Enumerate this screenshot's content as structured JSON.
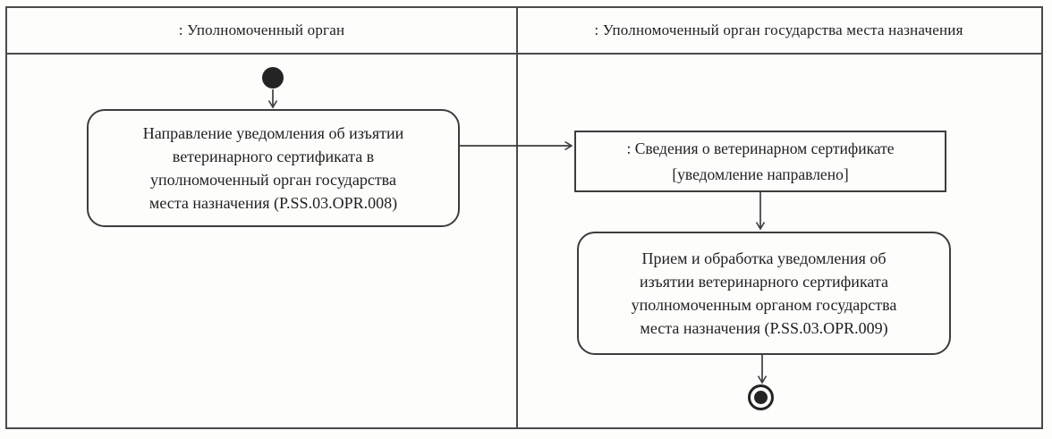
{
  "diagram": {
    "type": "uml-activity-swimlane",
    "lanes": [
      {
        "label": ": Уполномоченный орган"
      },
      {
        "label": ": Уполномоченный орган государства места назначения"
      }
    ],
    "activity_send": {
      "lines": [
        "Направление уведомления об изъятии",
        "ветеринарного сертификата в",
        "уполномоченный орган государства",
        "места назначения (P.SS.03.OPR.008)"
      ]
    },
    "object_certificate": {
      "title": ": Сведения о ветеринарном сертификате",
      "state": "[уведомление направлено]"
    },
    "activity_receive": {
      "lines": [
        "Прием и обработка уведомления об",
        "изъятии ветеринарного сертификата",
        "уполномоченным органом государства",
        "места назначения (P.SS.03.OPR.009)"
      ]
    },
    "colors": {
      "frame_line": "#4a4a4a",
      "node_line": "#3d3d3d",
      "text": "#1f1f1f",
      "background": "#fdfdfc"
    }
  }
}
